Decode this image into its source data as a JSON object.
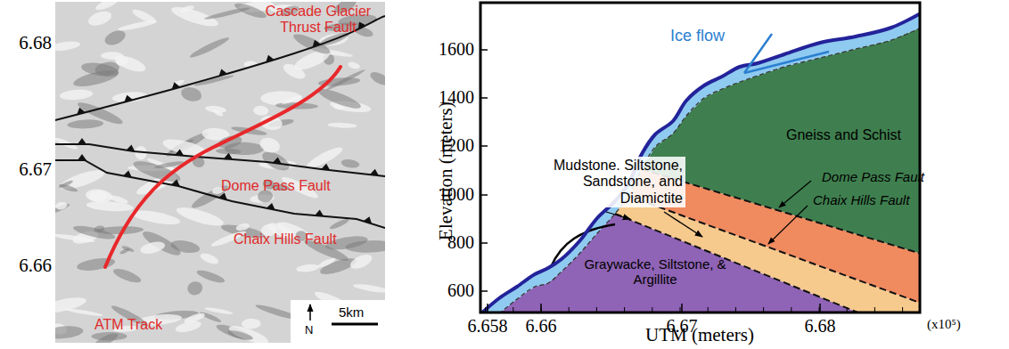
{
  "diagram": {
    "labels": [
      "6.68",
      "6.67",
      "6.66",
      "Cascade Glacier Thrust Fault",
      "Dome Pass Fault",
      "Chaix Hills Fault",
      "ATM Track",
      "N",
      "5km",
      "Ice flow",
      "Gneiss and Schist",
      "Mudstone. Siltstone, Sandstone, and Diamictite",
      "Dome Pass Fault",
      "Chaix Hills Fault",
      "Graywacke, Siltstone, & Argillite",
      "1600",
      "1400",
      "1200",
      "1000",
      "800",
      "600",
      "6.658",
      "6.66",
      "6.67",
      "6.68",
      "(x10⁵)",
      "Elevation (meters)",
      "UTM (meters)"
    ]
  }
}
